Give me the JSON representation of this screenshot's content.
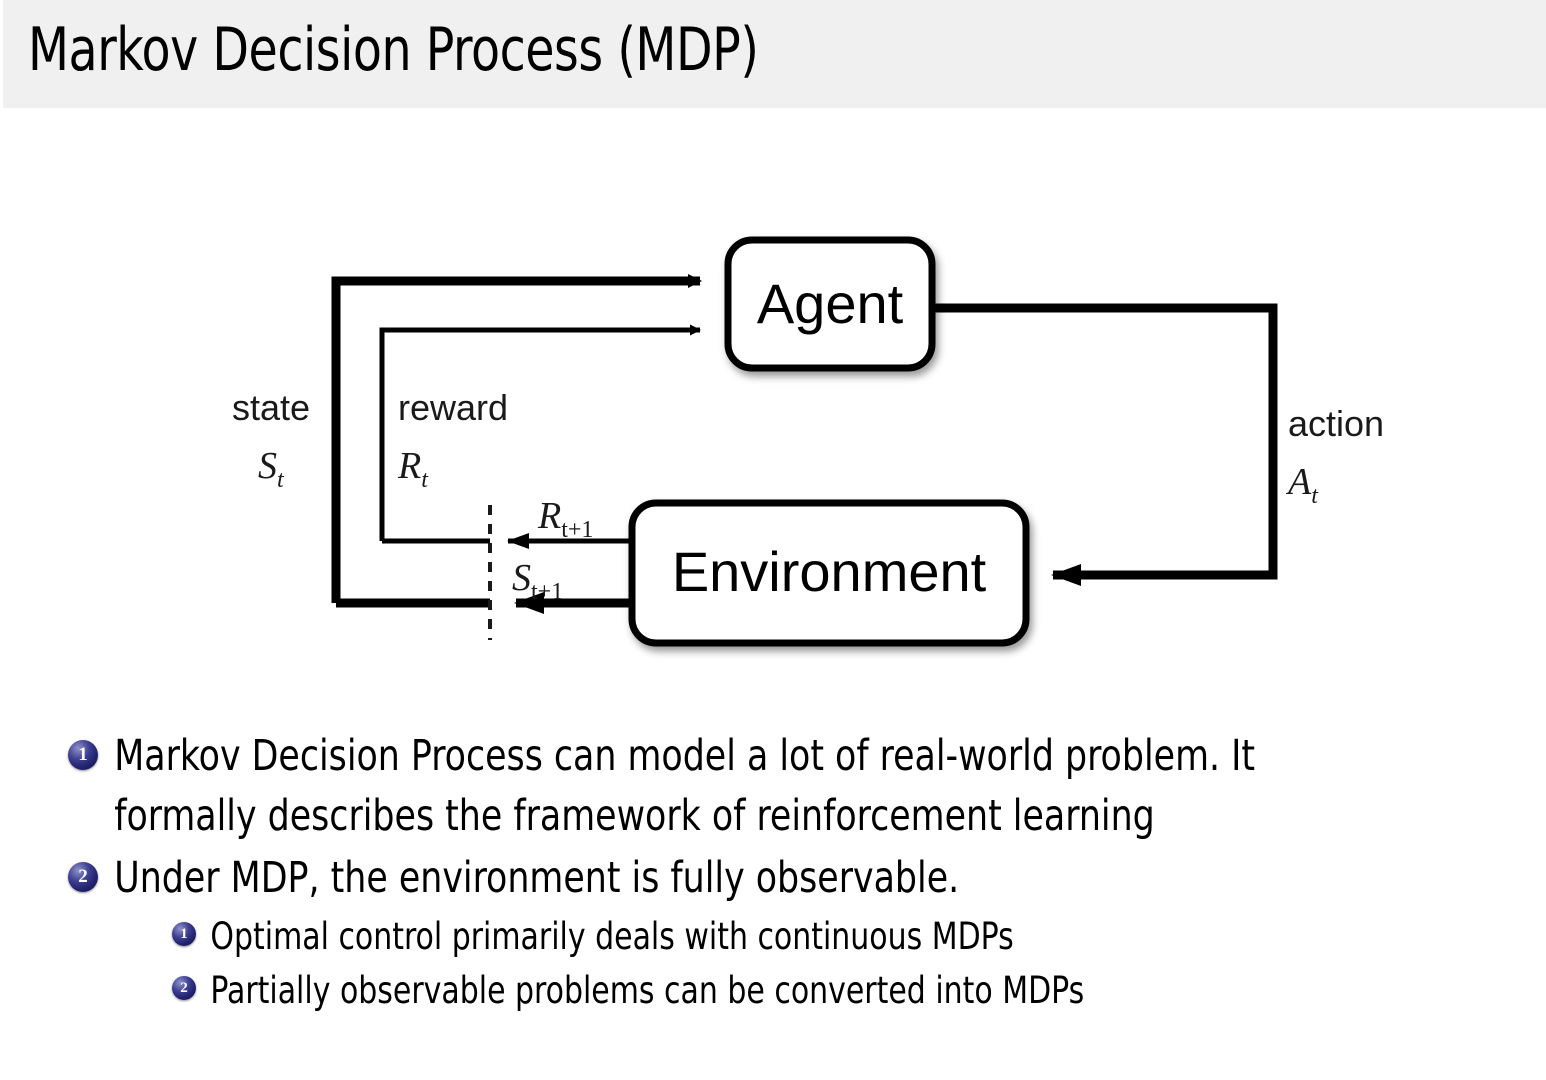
{
  "header": {
    "title": "Markov Decision Process (MDP)",
    "background_color": "#f0f0f0"
  },
  "diagram": {
    "name": "agent-environment-interaction-loop",
    "nodes": {
      "agent": "Agent",
      "environment": "Environment"
    },
    "edge_labels": {
      "state_word": "state",
      "state_symbol": "S",
      "state_subscript": "t",
      "reward_word": "reward",
      "reward_symbol": "R",
      "reward_subscript": "t",
      "action_word": "action",
      "action_symbol": "A",
      "action_subscript": "t",
      "next_reward_symbol": "R",
      "next_reward_subscript": "t+1",
      "next_state_symbol": "S",
      "next_state_subscript": "t+1"
    },
    "stroke_color": "#000000",
    "box_fill": "#ffffff"
  },
  "bullets": {
    "marker_color": "#252672",
    "items": [
      {
        "number": "1",
        "lines": [
          "Markov Decision Process can model a lot of real-world problem.  It",
          "formally describes the framework of reinforcement learning"
        ]
      },
      {
        "number": "2",
        "lines": [
          "Under MDP, the environment is fully observable."
        ]
      }
    ],
    "subitems": [
      {
        "number": "1",
        "text": "Optimal control primarily deals with continuous MDPs"
      },
      {
        "number": "2",
        "text": "Partially observable problems can be converted into MDPs"
      }
    ]
  }
}
